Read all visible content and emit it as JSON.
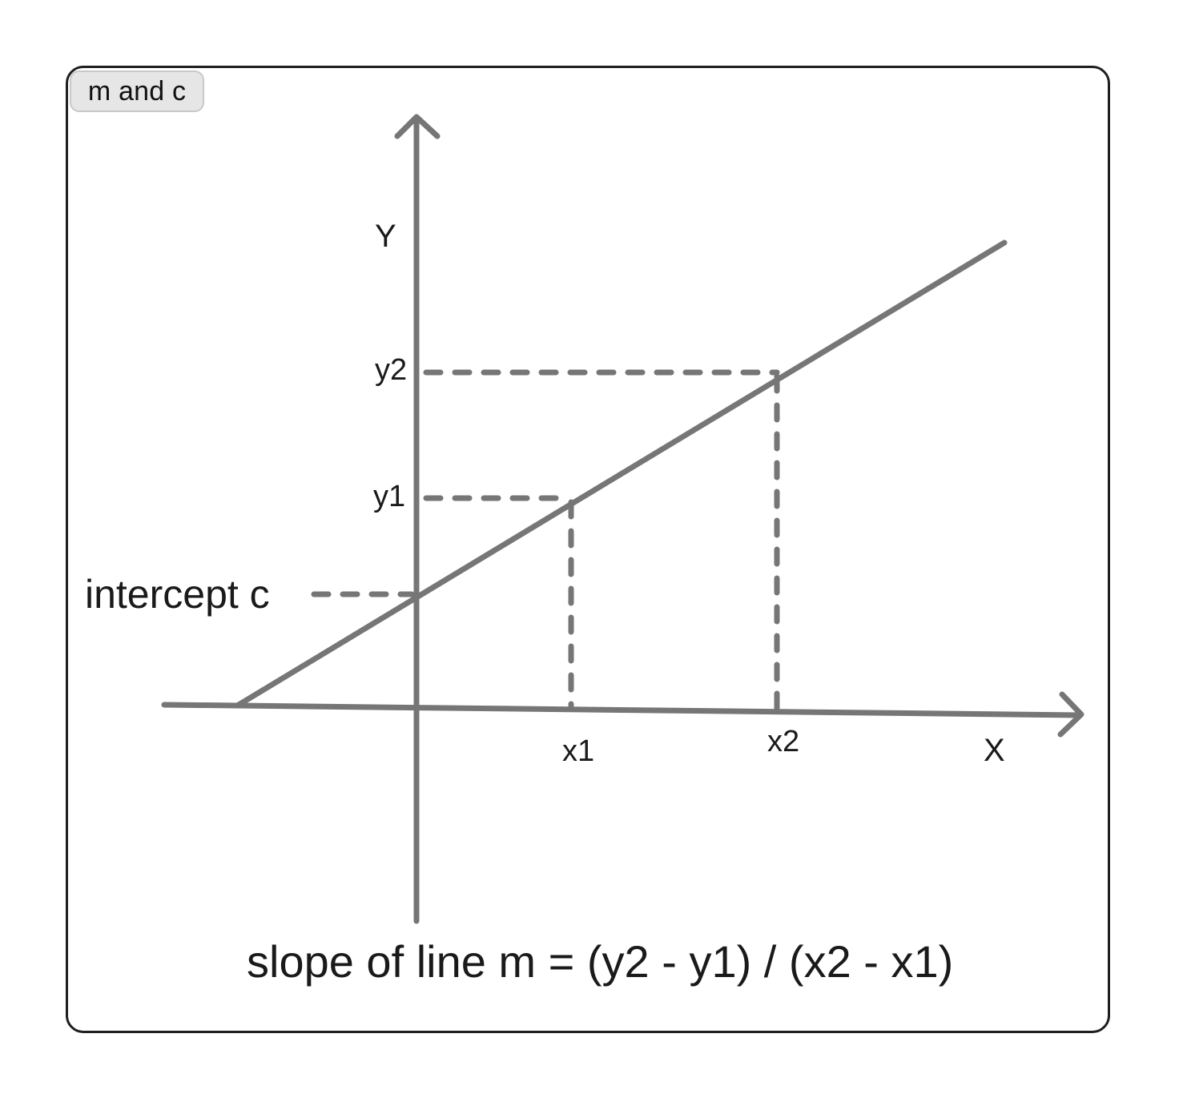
{
  "frame": {
    "tab_label": "m and c"
  },
  "diagram": {
    "axis_labels": {
      "y": "Y",
      "x": "X"
    },
    "point_labels": {
      "y1": "y1",
      "y2": "y2",
      "x1": "x1",
      "x2": "x2"
    },
    "intercept_label": "intercept c",
    "formula": "slope of line m = (y2 - y1) / (x2 - x1)",
    "colors": {
      "stroke": "#767676",
      "text": "#1a1a1a",
      "border": "#1f1f1f",
      "tab_fill": "#e6e6e6"
    }
  }
}
